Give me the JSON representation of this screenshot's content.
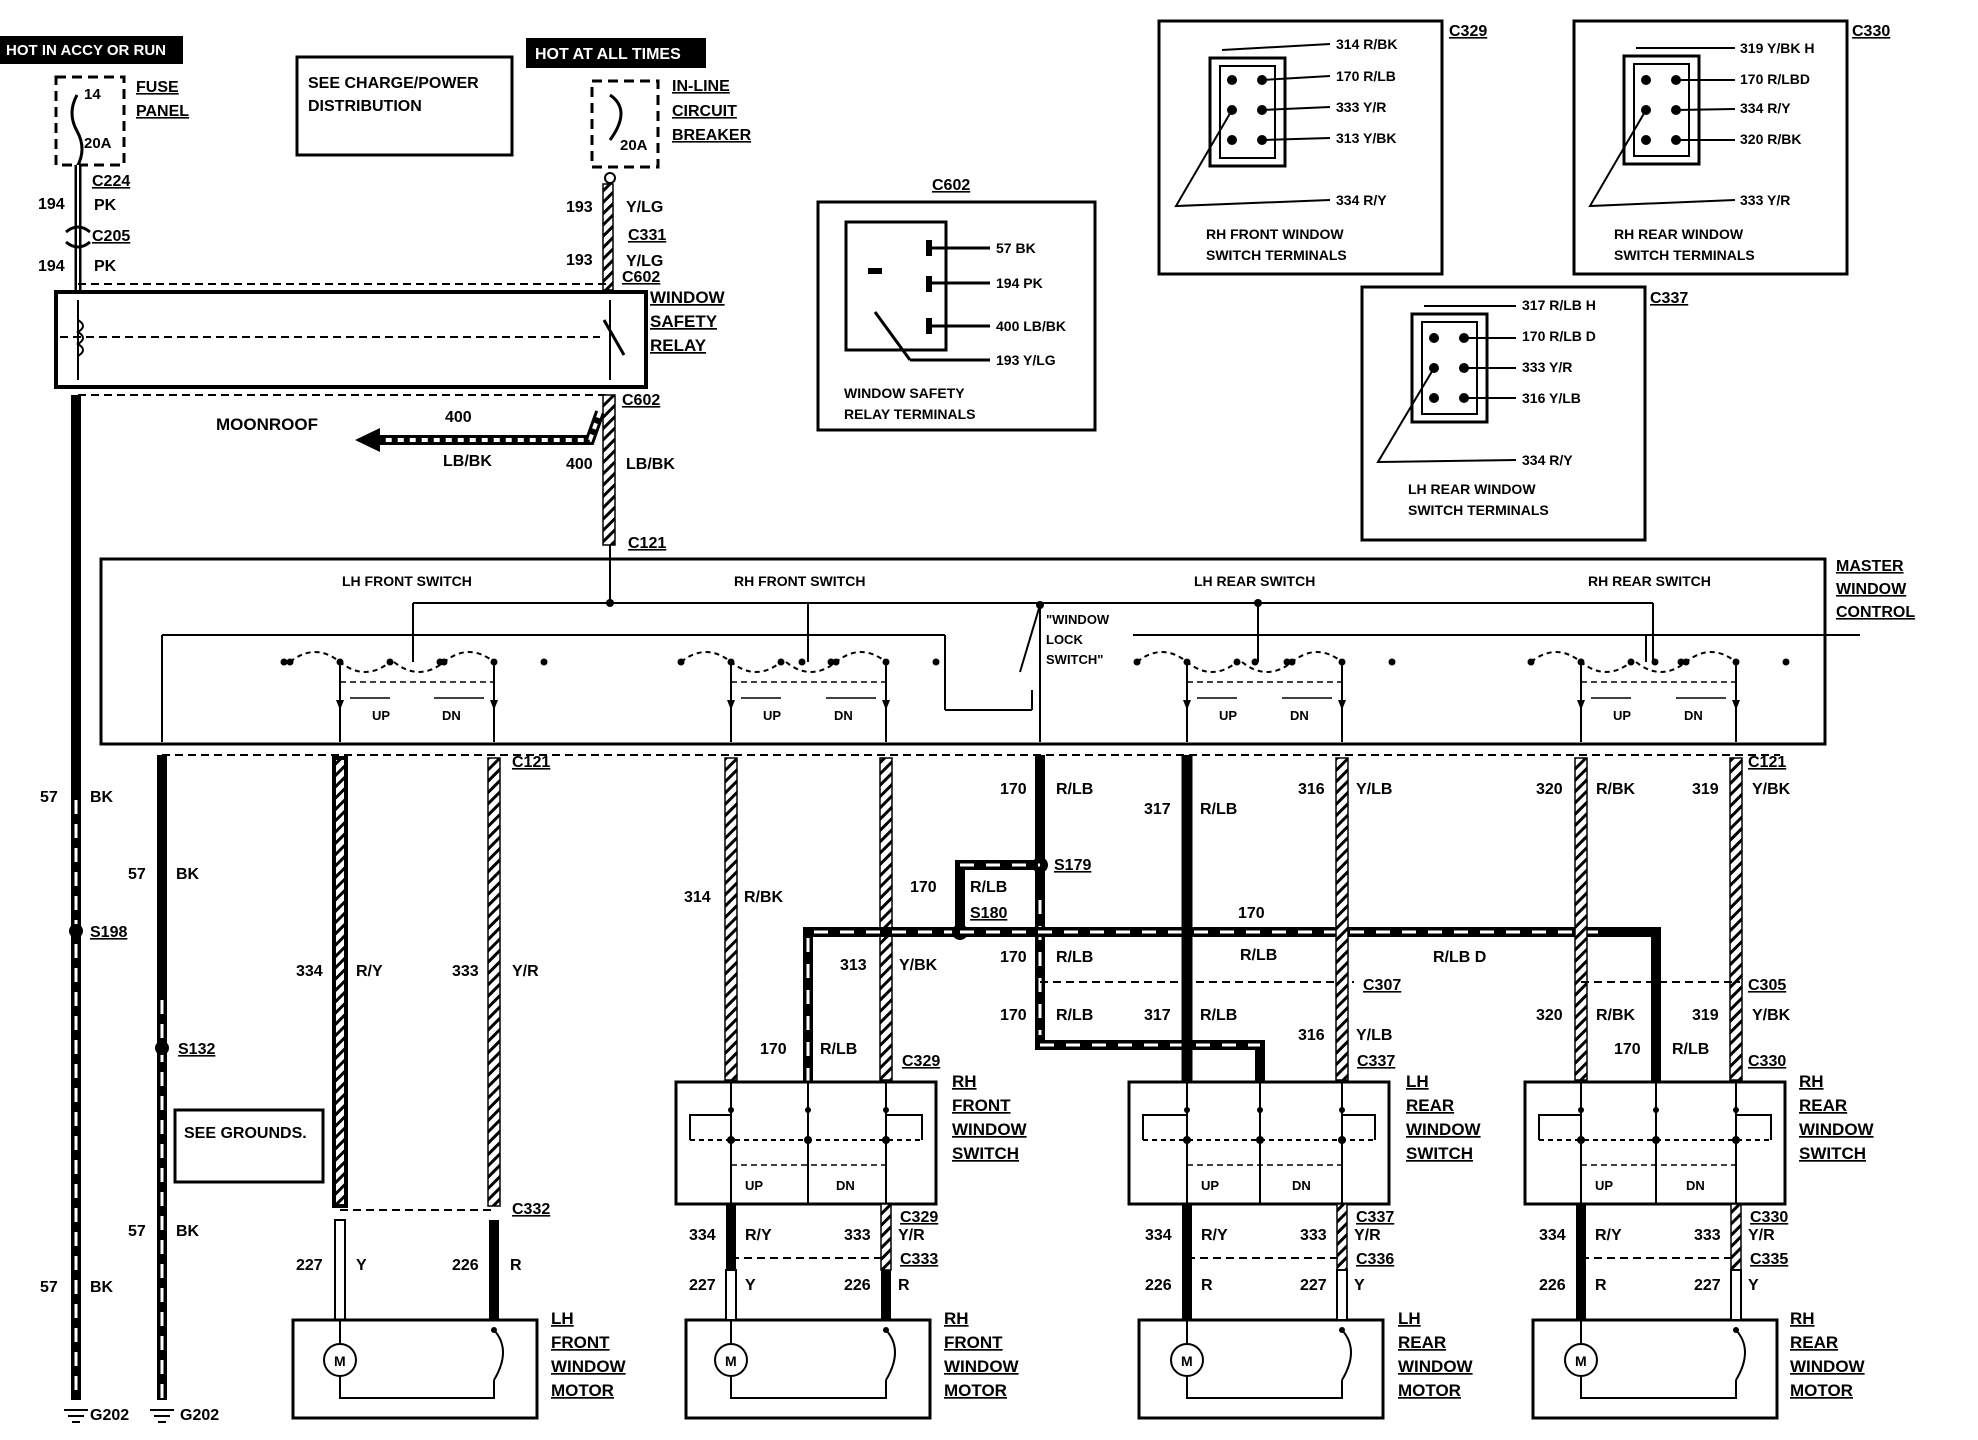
{
  "supply": {
    "hot_accy_run": "HOT IN ACCY OR RUN",
    "hot_all_times": "HOT AT ALL TIMES",
    "see_charge": [
      "SEE CHARGE/POWER",
      "DISTRIBUTION"
    ],
    "fuse_panel": [
      "FUSE",
      "PANEL"
    ],
    "fuse_num": "14",
    "fuse_amps": "20A",
    "breaker": [
      "IN-LINE",
      "CIRCUIT",
      "BREAKER"
    ],
    "breaker_amps": "20A",
    "relay": [
      "WINDOW",
      "SAFETY",
      "RELAY"
    ],
    "moonroof": "MOONROOF"
  },
  "connectors": {
    "c224": "C224",
    "c205": "C205",
    "c331": "C331",
    "c602": "C602",
    "c121": "C121",
    "c307": "C307",
    "c305": "C305",
    "c329": "C329",
    "c337": "C337",
    "c330": "C330",
    "c332": "C332",
    "c333": "C333",
    "c336": "C336",
    "c335": "C335",
    "s198": "S198",
    "s132": "S132",
    "s179": "S179",
    "s180": "S180",
    "g202": "G202"
  },
  "wire_labels": {
    "w194": "194",
    "pk": "PK",
    "w193": "193",
    "ylg": "Y/LG",
    "w400": "400",
    "lbbk": "LB/BK",
    "w57": "57",
    "bk": "BK",
    "w334": "334",
    "ry": "R/Y",
    "w333": "333",
    "yr": "Y/R",
    "w314": "314",
    "rbk": "R/BK",
    "w313": "313",
    "ybk": "Y/BK",
    "w170": "170",
    "rlb": "R/LB",
    "rlbd": "R/LB D",
    "w317": "317",
    "w316": "316",
    "ylb": "Y/LB",
    "w320": "320",
    "w319": "319",
    "w227": "227",
    "y": "Y",
    "w226": "226",
    "r": "R"
  },
  "master": {
    "title": [
      "MASTER",
      "WINDOW",
      "CONTROL"
    ],
    "lh_front": "LH FRONT SWITCH",
    "rh_front": "RH FRONT SWITCH",
    "lh_rear": "LH REAR SWITCH",
    "rh_rear": "RH REAR SWITCH",
    "lock": [
      "\"WINDOW",
      "LOCK",
      "SWITCH\""
    ],
    "up": "UP",
    "dn": "DN"
  },
  "switches": {
    "rh_front": [
      "RH",
      "FRONT",
      "WINDOW",
      "SWITCH"
    ],
    "lh_rear": [
      "LH",
      "REAR",
      "WINDOW",
      "SWITCH"
    ],
    "rh_rear": [
      "RH",
      "REAR",
      "WINDOW",
      "SWITCH"
    ]
  },
  "motors": {
    "lh_front": [
      "LH",
      "FRONT",
      "WINDOW",
      "MOTOR"
    ],
    "rh_front": [
      "RH",
      "FRONT",
      "WINDOW",
      "MOTOR"
    ],
    "lh_rear": [
      "LH",
      "REAR",
      "WINDOW",
      "MOTOR"
    ],
    "rh_rear": [
      "RH",
      "REAR",
      "WINDOW",
      "MOTOR"
    ],
    "m": "M"
  },
  "see_grounds": "SEE GROUNDS.",
  "terminal_views": {
    "c602": {
      "title": "C602",
      "pins": [
        "57 BK",
        "194 PK",
        "400 LB/BK",
        "193 Y/LG"
      ],
      "caption": [
        "WINDOW SAFETY",
        "RELAY TERMINALS"
      ]
    },
    "c329": {
      "title": "C329",
      "pins": [
        "314 R/BK",
        "170 R/LB",
        "333 Y/R",
        "313 Y/BK",
        "334 R/Y"
      ],
      "caption": [
        "RH FRONT WINDOW",
        "SWITCH TERMINALS"
      ]
    },
    "c330": {
      "title": "C330",
      "pins": [
        "319 Y/BK H",
        "170 R/LBD",
        "334 R/Y",
        "320 R/BK",
        "333 Y/R"
      ],
      "caption": [
        "RH REAR WINDOW",
        "SWITCH TERMINALS"
      ]
    },
    "c337": {
      "title": "C337",
      "pins": [
        "317 R/LB H",
        "170 R/LB D",
        "333 Y/R",
        "316 Y/LB",
        "334 R/Y"
      ],
      "caption": [
        "LH REAR WINDOW",
        "SWITCH TERMINALS"
      ]
    }
  }
}
